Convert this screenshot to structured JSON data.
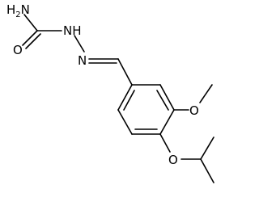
{
  "molecule": {
    "atoms": {
      "amide_n": {
        "label": "H",
        "subscript": "2",
        "suffix": "N"
      },
      "carbonyl_o": {
        "label": "O"
      },
      "hydrazine_n": {
        "label": "NH"
      },
      "imine_n": {
        "label": "N"
      },
      "methoxy_o": {
        "label": "O"
      },
      "isopropoxy_o": {
        "label": "O"
      }
    }
  }
}
